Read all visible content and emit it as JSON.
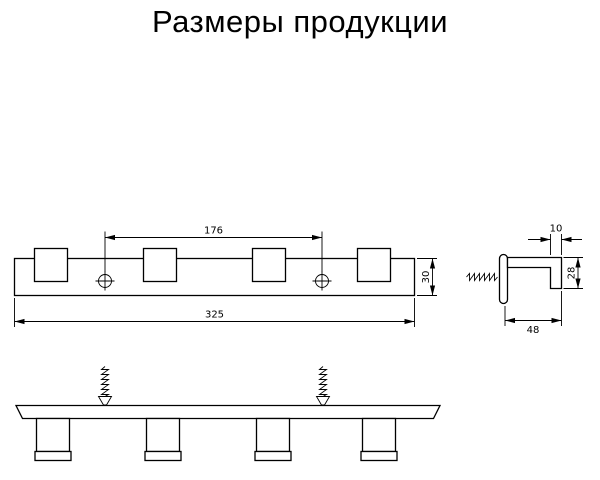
{
  "title": "Размеры продукции",
  "drawing": {
    "front_view": {
      "dim_screw_spacing": "176",
      "dim_total_length": "325",
      "dim_rail_height": "30"
    },
    "side_view": {
      "dim_hook_thickness": "10",
      "dim_hook_drop": "28",
      "dim_depth": "48"
    }
  },
  "colors": {
    "line": "#000000",
    "background": "#ffffff"
  }
}
